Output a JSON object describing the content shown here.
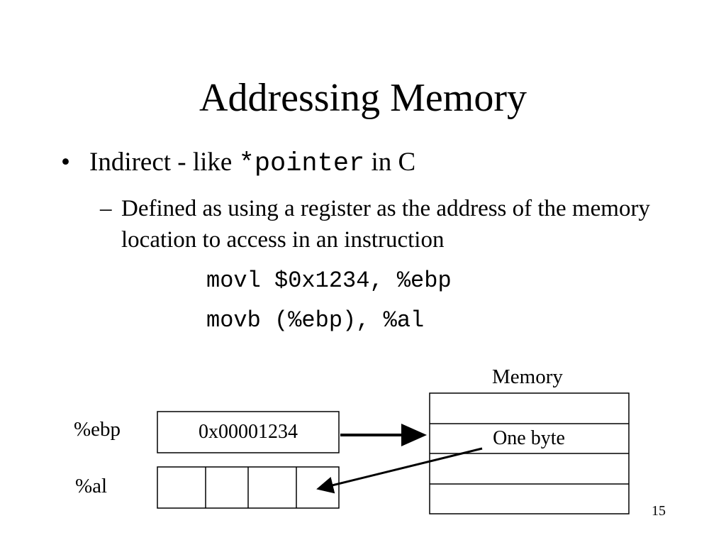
{
  "slide": {
    "title": "Addressing Memory",
    "bullet": {
      "prefix": "Indirect - like",
      "code": "*pointer",
      "suffix": "in C"
    },
    "subbullet": {
      "dash": "–",
      "text": "Defined as using a register as the address of the memory location to access in an instruction"
    },
    "code_lines": [
      "movl $0x1234, %ebp",
      "movb (%ebp), %al"
    ],
    "diagram": {
      "memory_label": "Memory",
      "ebp_label": "%ebp",
      "ebp_value": "0x00001234",
      "al_label": "%al",
      "one_byte_label": "One byte"
    },
    "page_number": "15"
  }
}
